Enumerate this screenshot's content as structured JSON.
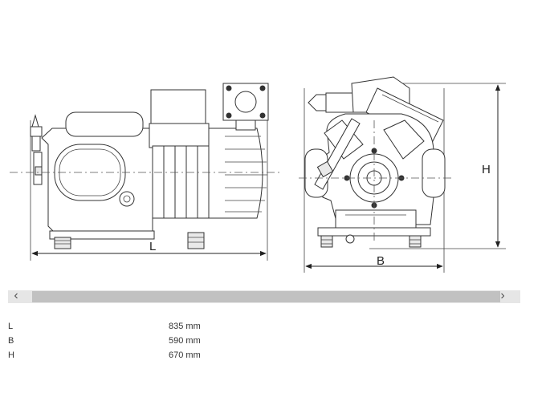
{
  "drawing": {
    "label_l": "L",
    "label_b": "B",
    "label_h": "H"
  },
  "scrollbar": {
    "left_arrow": "‹",
    "right_arrow": "›"
  },
  "dimensions": [
    {
      "label": "L",
      "value": "835 mm"
    },
    {
      "label": "B",
      "value": "590 mm"
    },
    {
      "label": "H",
      "value": "670 mm"
    }
  ]
}
